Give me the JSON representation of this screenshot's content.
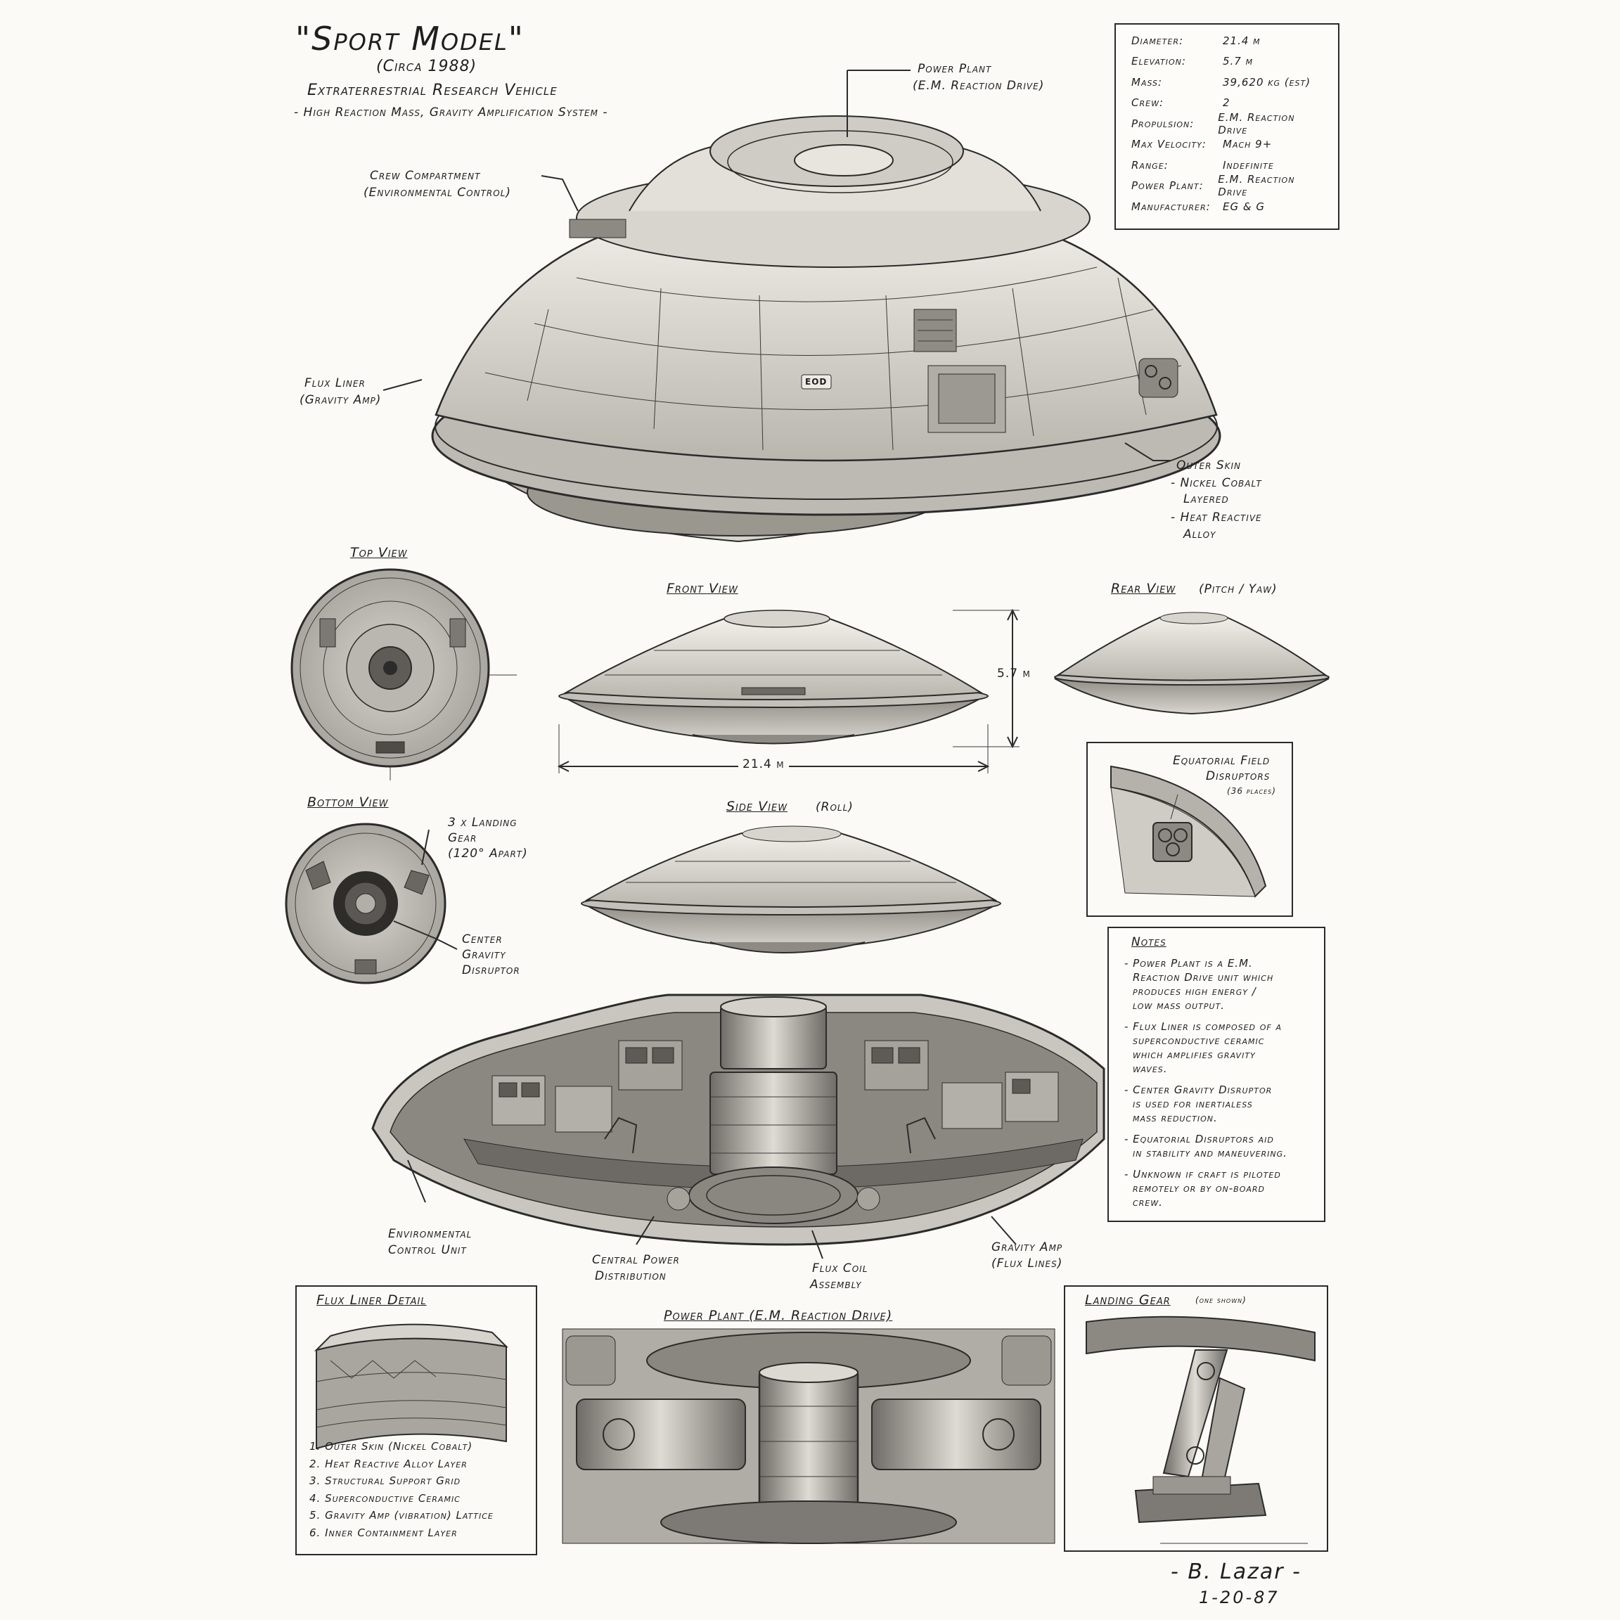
{
  "header": {
    "title": "\"Sport Model\"",
    "circa": "(Circa 1988)",
    "subtitle": "Extraterrestrial Research Vehicle",
    "tagline": "- High Reaction Mass, Gravity Amplification System -"
  },
  "specs": [
    {
      "k": "Diameter:",
      "v": "21.4 m"
    },
    {
      "k": "Elevation:",
      "v": "5.7 m"
    },
    {
      "k": "Mass:",
      "v": "39,620 kg (est)"
    },
    {
      "k": "Crew:",
      "v": "2"
    },
    {
      "k": "Propulsion:",
      "v": "E.M. Reaction Drive"
    },
    {
      "k": "Max Velocity:",
      "v": "Mach 9+"
    },
    {
      "k": "Range:",
      "v": "Indefinite"
    },
    {
      "k": "Power Plant:",
      "v": "E.M. Reaction Drive"
    },
    {
      "k": "Manufacturer:",
      "v": "EG & G"
    }
  ],
  "main_callouts": {
    "power_plant": [
      "Power Plant",
      "(E.M. Reaction Drive)"
    ],
    "crew": [
      "Crew Compartment",
      "(Environmental Control)"
    ],
    "flux": [
      "Flux Liner",
      "(Gravity Amp)"
    ],
    "skin": [
      "Outer Skin",
      "- Nickel Cobalt",
      "Layered",
      "- Heat Reactive",
      "Alloy"
    ],
    "hull_mark": "EOD"
  },
  "views": {
    "top": "Top View",
    "front": "Front View",
    "rear": "Rear View",
    "rear_note": "(Pitch / Yaw)",
    "bottom": "Bottom View",
    "side": "Side View",
    "side_note": "(Roll)",
    "dim_height": "5.7 m",
    "dim_width": "21.4 m"
  },
  "bottom_callouts": {
    "gear": [
      "3 x Landing",
      "Gear",
      "(120° Apart)"
    ],
    "center": [
      "Center",
      "Gravity",
      "Disruptor"
    ]
  },
  "equatorial": {
    "title": [
      "Equatorial Field",
      "Disruptors"
    ],
    "note": "(36 places)"
  },
  "notes": {
    "title": "Notes",
    "items": [
      [
        "- Power Plant is a E.M.",
        "Reaction Drive unit which",
        "produces high energy /",
        "low mass output."
      ],
      [
        "- Flux Liner is composed of a",
        "superconductive ceramic",
        "which amplifies gravity",
        "waves."
      ],
      [
        "- Center Gravity Disruptor",
        "is used for inertialess",
        "mass reduction."
      ],
      [
        "- Equatorial Disruptors aid",
        "in stability and maneuvering."
      ],
      [
        "- Unknown if craft is piloted",
        "remotely or by on-board",
        "crew."
      ]
    ]
  },
  "cutaway": {
    "env": [
      "Environmental",
      "Control Unit"
    ],
    "central": [
      "Central Power",
      "Distribution"
    ],
    "coil": [
      "Flux Coil",
      "Assembly"
    ],
    "gamp": [
      "Gravity Amp",
      "(Flux Lines)"
    ]
  },
  "flux_detail": {
    "title": "Flux Liner Detail",
    "layers": [
      "1. Outer Skin (Nickel Cobalt)",
      "2. Heat Reactive Alloy Layer",
      "3. Structural Support Grid",
      "4. Superconductive Ceramic",
      "5. Gravity Amp (vibration) Lattice",
      "6. Inner Containment Layer"
    ]
  },
  "power_detail": {
    "title": "Power Plant (E.M. Reaction Drive)"
  },
  "gear_detail": {
    "title": "Landing Gear",
    "note": "(one shown)"
  },
  "signature": {
    "name": "- B. Lazar -",
    "date": "1-20-87"
  }
}
